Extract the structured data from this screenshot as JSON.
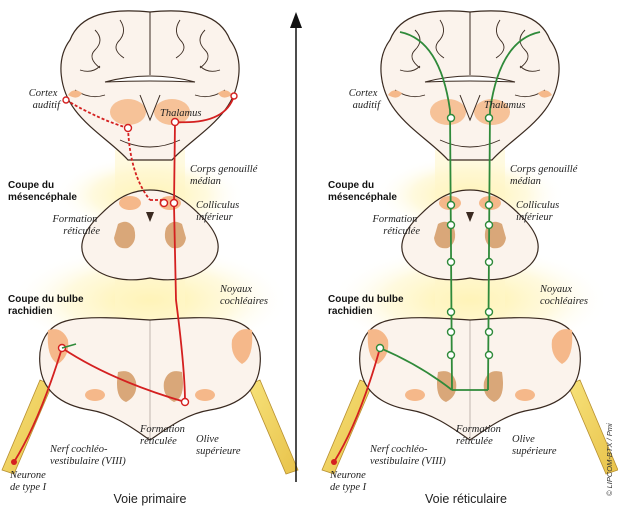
{
  "labels": {
    "cortex_line1": "Cortex",
    "cortex_line2": "auditif",
    "thalamus": "Thalamus",
    "corps_line1": "Corps genouillé",
    "corps_line2": "médian",
    "colliculus_line1": "Colliculus",
    "colliculus_line2": "inférieur",
    "formation_line1": "Formation",
    "formation_line2": "réticulée",
    "noyaux_line1": "Noyaux",
    "noyaux_line2": "cochléaires",
    "olive_line1": "Olive",
    "olive_line2": "supérieure",
    "nerf_line1": "Nerf cochléo-",
    "nerf_line2": "vestibulaire (VIII)",
    "neurone_line1": "Neurone",
    "neurone_line2": "de type I"
  },
  "sections": {
    "mesencephale_line1": "Coupe du",
    "mesencephale_line2": "mésencéphale",
    "bulbe_line1": "Coupe du bulbe",
    "bulbe_line2": "rachidien"
  },
  "captions": {
    "left": "Voie primaire",
    "right": "Voie réticulaire"
  },
  "credit": "© LIPCOM-BTX / Pmi",
  "colors": {
    "primary_pathway": "#d42020",
    "reticular_pathway": "#2f8a3a",
    "nucleus": "#f5b88a",
    "reticular_formation": "#d9a779",
    "glow": "#fff3b0",
    "tissue": "#fbf3ec",
    "outline": "#3a2a20"
  }
}
